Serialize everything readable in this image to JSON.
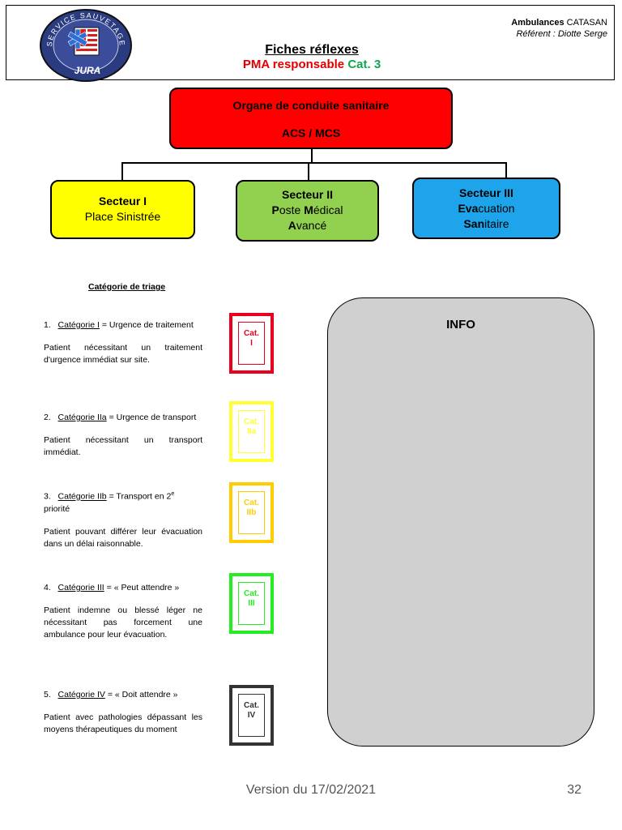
{
  "header": {
    "logo": {
      "ring_text_top": "SERVICE SAUVETAGE",
      "ring_text_bottom": "JURA",
      "icon": "star-of-life-shield-icon"
    },
    "title_line1": "Fiches réflexes",
    "title_line2_red": "PMA responsable",
    "title_line2_green": "Cat. 3",
    "org_bold": "Ambulances",
    "org_name": "CATASAN",
    "referent": "Référent : Diotte Serge"
  },
  "org_chart": {
    "main": {
      "line1": "Organe de conduite sanitaire",
      "line2": "ACS / MCS"
    },
    "sectors": [
      {
        "title": "Secteur I",
        "line1": "Place Sinistrée",
        "line2": "",
        "line3": ""
      },
      {
        "title": "Secteur II",
        "b1": "P",
        "r1": "oste ",
        "b2": "M",
        "r2": "édical",
        "b3": "A",
        "r3": "vancé"
      },
      {
        "title": "Secteur III",
        "b1": "Eva",
        "r1": "cuation",
        "b2": "San",
        "r2": "itaire"
      }
    ]
  },
  "triage": {
    "heading": "Catégorie de triage",
    "categories": [
      {
        "num": "1.",
        "name": "Catégorie I",
        "rest": " = Urgence de traitement",
        "desc": "Patient nécessitant un traitement d'urgence immédiat sur site.",
        "tag_line1": "Cat.",
        "tag_line2": "I",
        "color": "#e8001c"
      },
      {
        "num": "2.",
        "name": "Catégorie IIa",
        "rest": " = Urgence de transport",
        "desc": "Patient nécessitant un transport immédiat.",
        "tag_line1": "Cat.",
        "tag_line2": "IIa",
        "color": "#ffff33"
      },
      {
        "num": "3.",
        "name": "Catégorie IIb",
        "rest": " = Transport en 2",
        "sup": "e",
        "rest2": " priorité",
        "desc": "Patient pouvant différer leur évacuation dans un délai raisonnable.",
        "tag_line1": "Cat.",
        "tag_line2": "IIb",
        "color": "#ffcc00"
      },
      {
        "num": "4.",
        "name": "Catégorie III",
        "rest": " = « Peut attendre »",
        "desc": "Patient indemne ou blessé léger ne nécessitant pas forcement une ambulance pour leur évacuation.",
        "tag_line1": "Cat.",
        "tag_line2": "III",
        "color": "#22ee22"
      },
      {
        "num": "5.",
        "name": "Catégorie IV",
        "rest": " = « Doit attendre »",
        "desc": "Patient avec pathologies dépassant les moyens thérapeutiques du moment",
        "tag_line1": "Cat.",
        "tag_line2": "IV",
        "color": "#333333"
      }
    ]
  },
  "info": {
    "label": "INFO"
  },
  "footer": {
    "version": "Version du 17/02/2021",
    "page": "32"
  }
}
